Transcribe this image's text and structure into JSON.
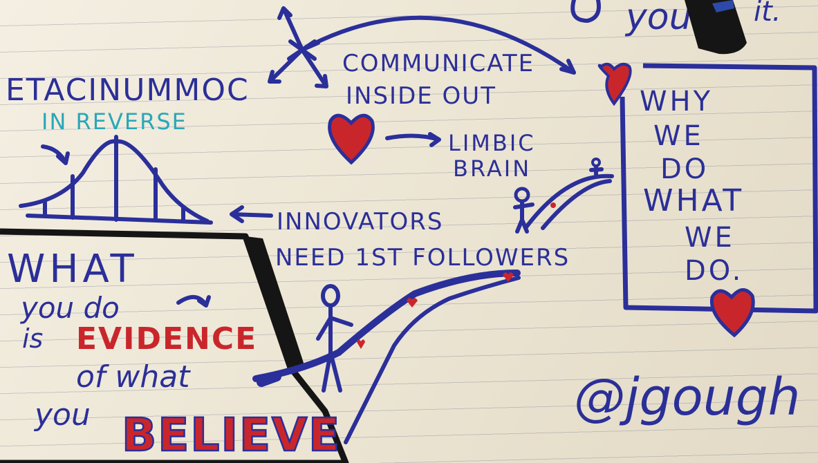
{
  "notes": {
    "communicate_reversed": "ETACINUMMOC",
    "in_reverse": "IN REVERSE",
    "communicate": "COMMUNICATE",
    "inside_out": "INSIDE OUT",
    "limbic": "LIMBIC",
    "brain": "BRAIN",
    "innovators": "INNOVATORS",
    "need_first_followers": "NEED 1ST FOLLOWERS",
    "why_lines": [
      "WHY",
      "WE",
      "DO",
      "WHAT",
      "WE",
      "DO."
    ],
    "what": "WHAT",
    "you_do": "you do",
    "is": "is",
    "evidence": "EVIDENCE",
    "of_what": "of what",
    "you": "you",
    "believe": "BELIEVE",
    "signature": "@jgough",
    "top_fragment": "you",
    "top_fragment_2": "it."
  },
  "colors": {
    "ink_blue": "#2a2f9a",
    "heart_red": "#c9262c",
    "teal": "#2aa7b9",
    "marker_black": "#151515",
    "paper": "#ece6d6"
  }
}
